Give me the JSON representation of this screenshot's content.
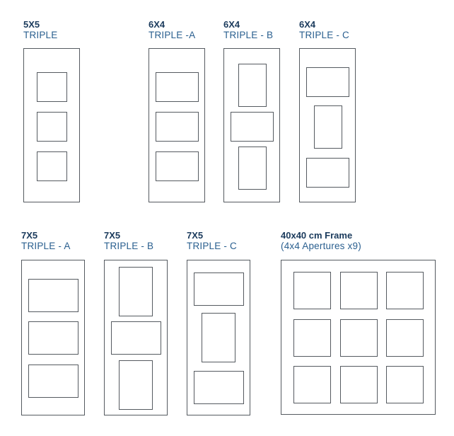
{
  "frames": [
    {
      "size": "5X5",
      "name": "TRIPLE"
    },
    {
      "size": "6X4",
      "name": "TRIPLE -A"
    },
    {
      "size": "6X4",
      "name": "TRIPLE - B"
    },
    {
      "size": "6X4",
      "name": "TRIPLE - C"
    },
    {
      "size": "7X5",
      "name": "TRIPLE - A"
    },
    {
      "size": "7X5",
      "name": "TRIPLE - B"
    },
    {
      "size": "7X5",
      "name": "TRIPLE - C"
    },
    {
      "size": "40x40 cm Frame",
      "name": "(4x4 Apertures x9)"
    }
  ]
}
